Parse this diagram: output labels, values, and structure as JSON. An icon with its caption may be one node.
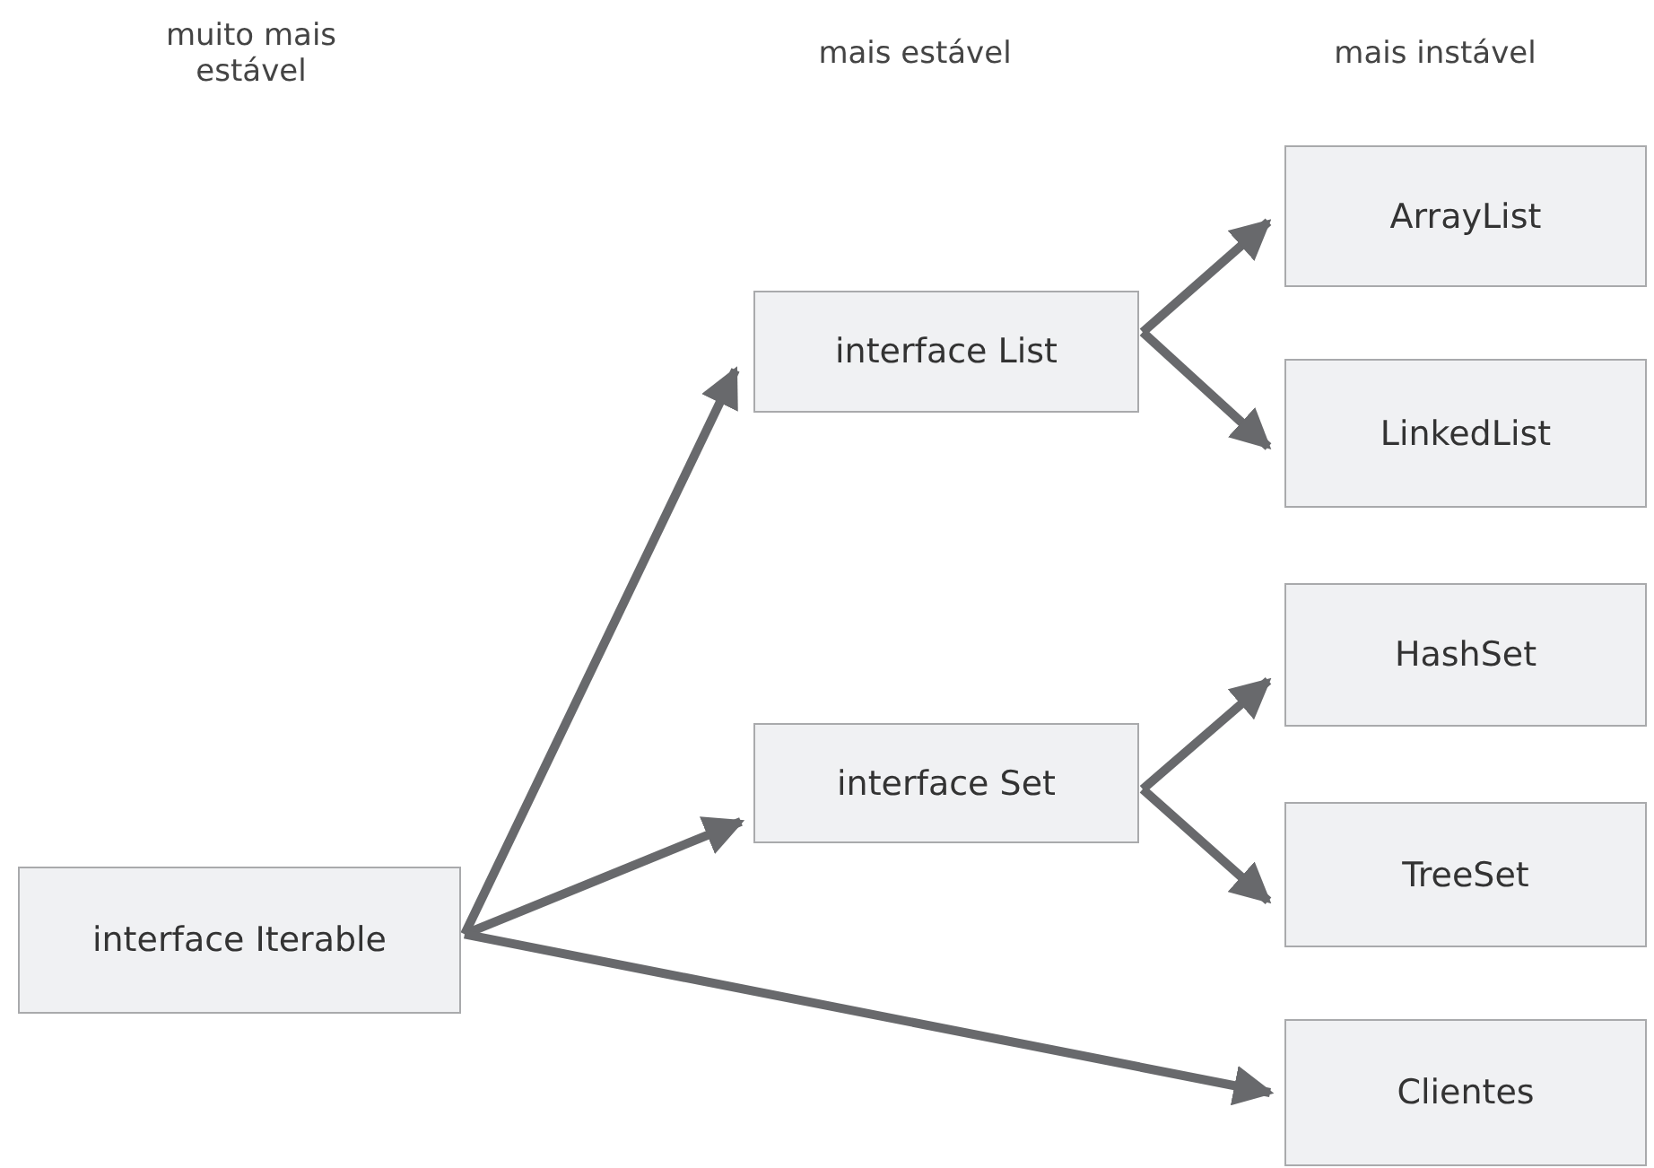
{
  "diagram": {
    "nodes": [
      {
        "text": [
          "interface Iterable"
        ]
      },
      {
        "text": [
          "interface List"
        ]
      },
      {
        "text": [
          "interface Set"
        ]
      },
      {
        "text": [
          "ArrayList"
        ]
      },
      {
        "text": [
          "LinkedList"
        ]
      },
      {
        "text": [
          "HashSet"
        ]
      },
      {
        "text": [
          "TreeSet"
        ]
      },
      {
        "text": [
          "Clientes"
        ]
      }
    ],
    "edges": [
      {
        "from": 0,
        "to": 1,
        "arrow": "to"
      },
      {
        "from": 0,
        "to": 2,
        "arrow": "to"
      },
      {
        "from": 0,
        "to": 7,
        "arrow": "to"
      },
      {
        "from": 1,
        "to": 3,
        "arrow": "to"
      },
      {
        "from": 1,
        "to": 4,
        "arrow": "to"
      },
      {
        "from": 2,
        "to": 5,
        "arrow": "to"
      },
      {
        "from": 2,
        "to": 6,
        "arrow": "to"
      }
    ],
    "labels": [
      "muito mais estável",
      "mais estável",
      "mais instável"
    ]
  }
}
